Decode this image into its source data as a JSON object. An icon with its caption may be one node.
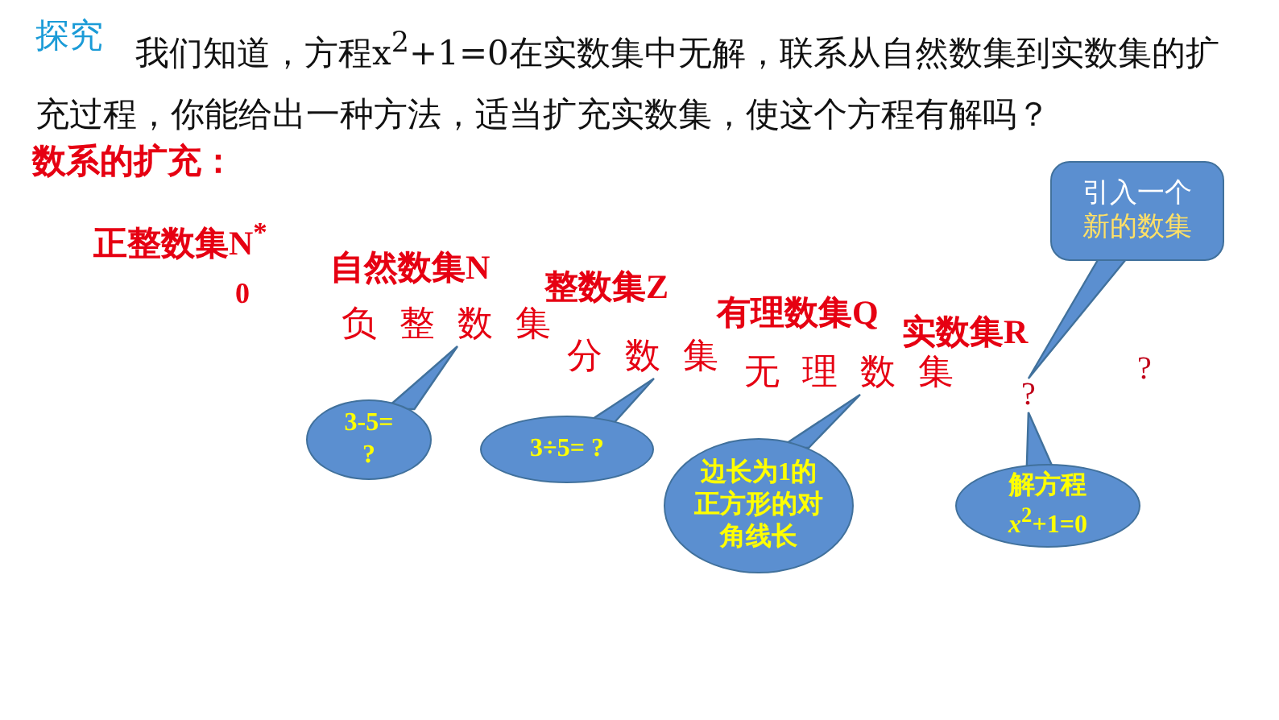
{
  "diagram": {
    "nodes": [
      {
        "text": [
          "负整数集"
        ]
      },
      {
        "text": [
          "分数集"
        ]
      },
      {
        "text": [
          "无理数集"
        ]
      },
      {
        "text": [
          "?"
        ]
      },
      {
        "text": [
          "3-5= ?"
        ]
      },
      {
        "text": [
          "3÷5= ?"
        ]
      },
      {
        "text": [
          "边长为1的正方形的对角线长"
        ]
      },
      {
        "text": [
          "解方程 *x*$^{2}$+1=0"
        ]
      },
      {
        "text": [
          "引入一个",
          "新的数集"
        ]
      }
    ],
    "edges": [
      {
        "from": 4,
        "to": 0,
        "arrow": "none"
      },
      {
        "from": 5,
        "to": 1,
        "arrow": "none"
      },
      {
        "from": 6,
        "to": 2,
        "arrow": "none"
      },
      {
        "from": 7,
        "to": 3,
        "arrow": "none"
      },
      {
        "from": 8,
        "to": 3,
        "arrow": "none"
      }
    ],
    "labels": [
      "探究",
      "我们知道，方程x$^{2}$+1=0在实数集中无解，联系从自然数集到实数集的扩充过程，你能给出一种方法，适当扩充实数集，使这个方程有解吗？",
      "数系的扩充：",
      "正整数集N$^{*}$",
      "0",
      "自然数集N",
      "整数集Z",
      "有理数集Q",
      "实数集R",
      "?"
    ]
  }
}
